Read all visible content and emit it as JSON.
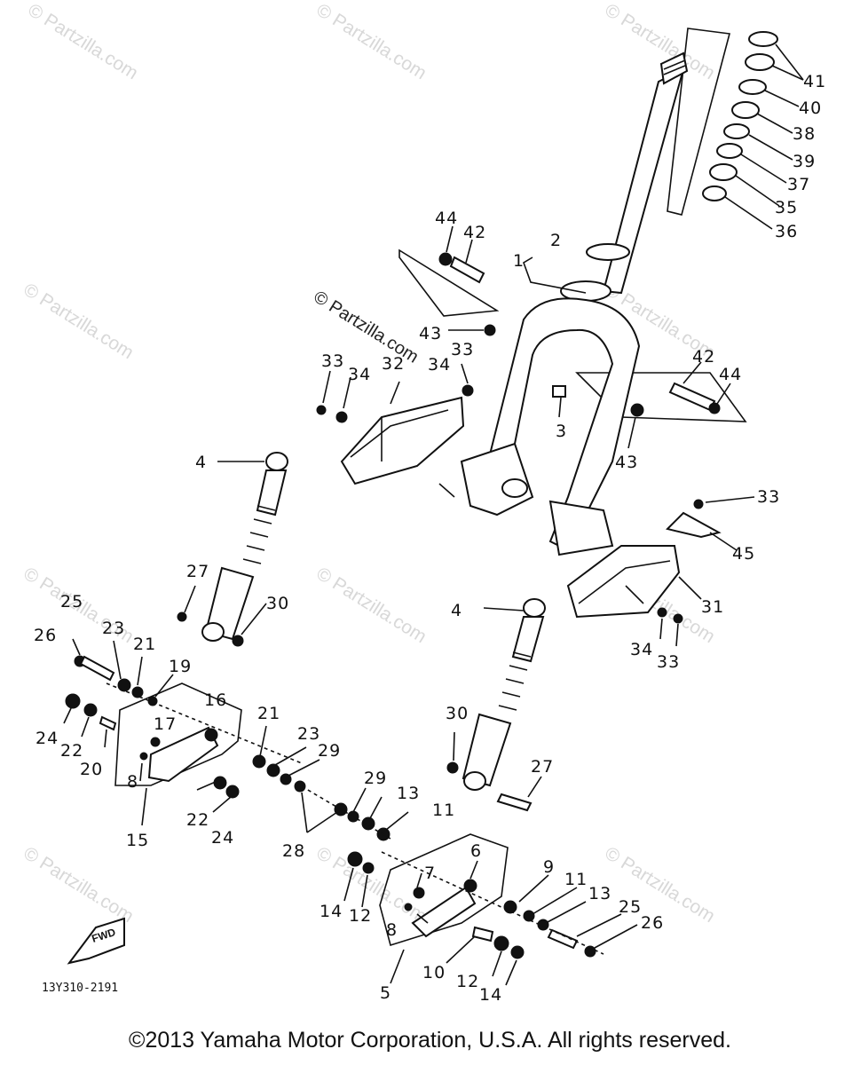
{
  "watermark": {
    "text": "© Partzilla.com"
  },
  "callouts": {
    "c1": "1",
    "c2": "2",
    "c3": "3",
    "c4a": "4",
    "c4b": "4",
    "c5": "5",
    "c6": "6",
    "c7": "7",
    "c8a": "8",
    "c8b": "8",
    "c9": "9",
    "c10": "10",
    "c11a": "11",
    "c11b": "11",
    "c12a": "12",
    "c12b": "12",
    "c13a": "13",
    "c13b": "13",
    "c14a": "14",
    "c14b": "14",
    "c15": "15",
    "c16": "16",
    "c17": "17",
    "c19": "19",
    "c20": "20",
    "c21a": "21",
    "c21b": "21",
    "c22a": "22",
    "c22b": "22",
    "c23a": "23",
    "c23b": "23",
    "c24a": "24",
    "c24b": "24",
    "c25a": "25",
    "c25b": "25",
    "c26a": "26",
    "c26b": "26",
    "c27a": "27",
    "c27b": "27",
    "c28": "28",
    "c29a": "29",
    "c29b": "29",
    "c30a": "30",
    "c30b": "30",
    "c31": "31",
    "c32": "32",
    "c33a": "33",
    "c33b": "33",
    "c33c": "33",
    "c33d": "33",
    "c34a": "34",
    "c34b": "34",
    "c34c": "34",
    "c35": "35",
    "c36": "36",
    "c37": "37",
    "c38": "38",
    "c39": "39",
    "c40": "40",
    "c41": "41",
    "c42a": "42",
    "c42b": "42",
    "c43a": "43",
    "c43b": "43",
    "c44a": "44",
    "c44b": "44",
    "c45": "45"
  },
  "fwd_label": "FWD",
  "drawing_code": "13Y310-2191",
  "copyright": "©2013 Yamaha Motor Corporation, U.S.A. All rights reserved."
}
